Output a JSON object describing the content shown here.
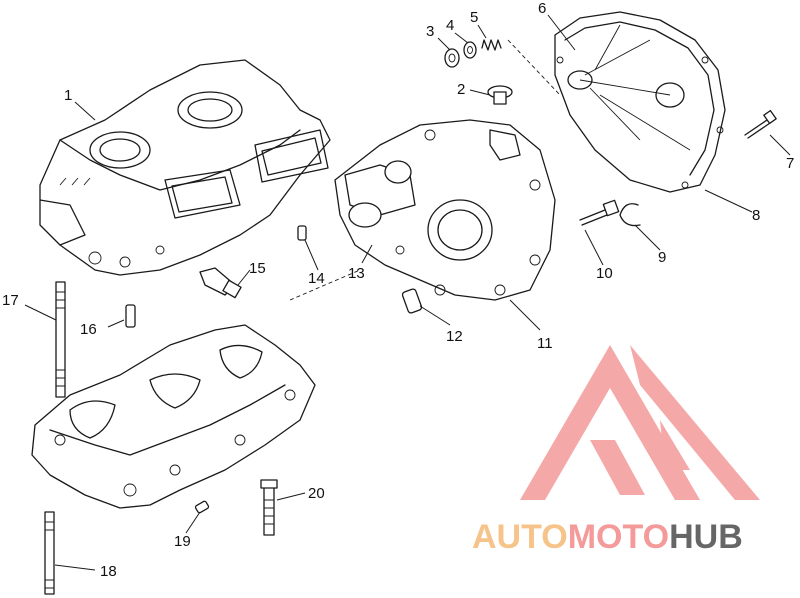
{
  "callouts": [
    {
      "id": "1",
      "text": "1"
    },
    {
      "id": "2",
      "text": "2"
    },
    {
      "id": "3",
      "text": "3"
    },
    {
      "id": "4",
      "text": "4"
    },
    {
      "id": "5",
      "text": "5"
    },
    {
      "id": "6",
      "text": "6"
    },
    {
      "id": "7",
      "text": "7"
    },
    {
      "id": "8",
      "text": "8"
    },
    {
      "id": "9",
      "text": "9"
    },
    {
      "id": "10",
      "text": "10"
    },
    {
      "id": "11",
      "text": "11"
    },
    {
      "id": "12",
      "text": "12"
    },
    {
      "id": "13",
      "text": "13"
    },
    {
      "id": "14",
      "text": "14"
    },
    {
      "id": "15",
      "text": "15"
    },
    {
      "id": "16",
      "text": "16"
    },
    {
      "id": "17",
      "text": "17"
    },
    {
      "id": "18",
      "text": "18"
    },
    {
      "id": "19",
      "text": "19"
    },
    {
      "id": "20",
      "text": "20"
    }
  ],
  "watermark": {
    "part1": "AUTO",
    "part2": "MOTO",
    "part3": "HUB",
    "color_part1": "#f6c48a",
    "color_part2": "#f59a9a",
    "color_part3": "#666666",
    "logo_color": "#f28c8c"
  }
}
